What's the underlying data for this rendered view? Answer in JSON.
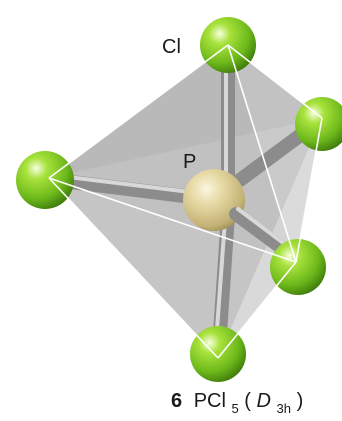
{
  "labels": {
    "chlorine": "Cl",
    "phosphorus": "P"
  },
  "caption": {
    "number": "6",
    "formula_main": "PCl",
    "formula_subscript": "5",
    "paren_open": " (",
    "group_letter": "D",
    "group_subscript": "3h",
    "paren_close": ")"
  },
  "colors": {
    "chlorine_atom": "#7cc520",
    "phosphorus_atom": "#e2d49a",
    "bond": "#a6a6a6",
    "face": "#8a8a8a",
    "edge": "#ffffff"
  }
}
